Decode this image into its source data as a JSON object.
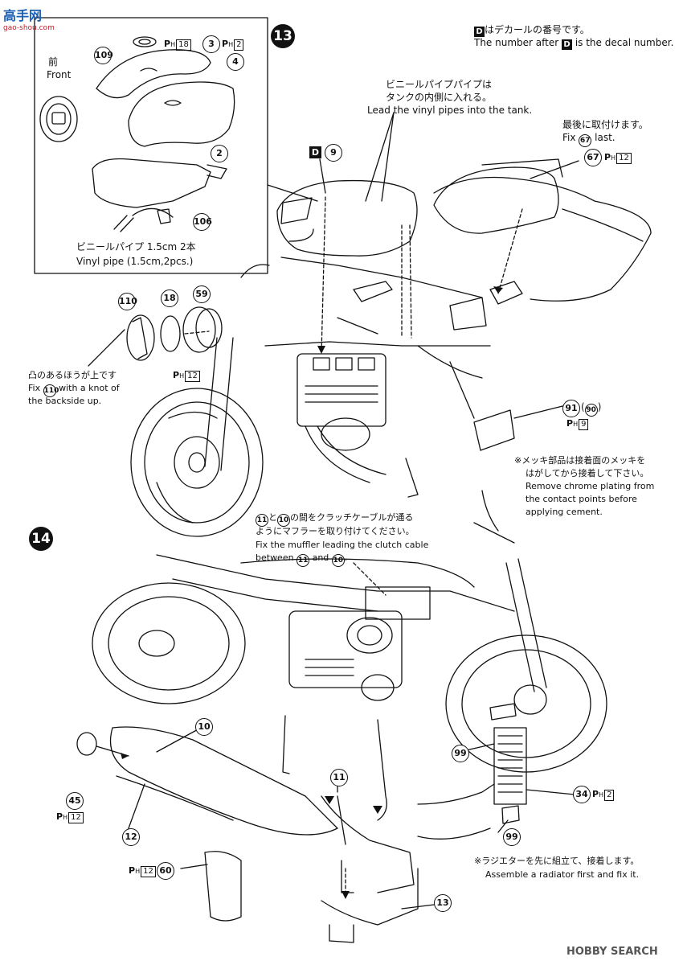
{
  "logo": {
    "text": "高手网",
    "sub": "gao-shou.com"
  },
  "watermark": {
    "brand": "HOBBY SEARCH"
  },
  "header_note": {
    "jp": "はデカールの番号です。",
    "en_pre": "The number after",
    "en_post": "is the decal number.",
    "d": "D"
  },
  "step13": {
    "label": "13",
    "front_jp": "前",
    "front_en": "Front",
    "parts": {
      "p109": "109",
      "p3": "3",
      "p4": "4",
      "p2": "2",
      "p106": "106",
      "p9": "9",
      "p67": "67",
      "p110": "110",
      "p18": "18",
      "p59": "59",
      "p91": "91",
      "p90": "90"
    },
    "ph": {
      "p18": "18",
      "p2": "2",
      "p12a": "12",
      "p12b": "12",
      "p9": "9"
    },
    "vinyl_jp": "ビニールパイプ 1.5cm 2本",
    "vinyl_en": "Vinyl pipe (1.5cm,2pcs.)",
    "lead_jp1": "ビニールパイプパイプは",
    "lead_jp2": "タンクの内側に入れる。",
    "lead_en": "Lead the vinyl pipes into the tank.",
    "last_jp": "最後に取付けます。",
    "last_en_pre": "Fix",
    "last_en_post": "last.",
    "knot_jp": "凸のあるほうが上です",
    "knot_en1_pre": "Fix",
    "knot_en1_post": "with a knot of",
    "knot_en2": "the backside up.",
    "chrome_jp1": "※メッキ部品は接着面のメッキを",
    "chrome_jp2": "はがしてから接着して下さい。",
    "chrome_en1": "Remove chrome plating from",
    "chrome_en2": "the contact points before",
    "chrome_en3": "applying cement."
  },
  "step14": {
    "label": "14",
    "muffler_jp1": "と",
    "muffler_jp1b": "の間をクラッチケーブルが通る",
    "muffler_jp2": "ようにマフラーを取り付けてください。",
    "muffler_en1": "Fix the muffler leading the clutch cable",
    "muffler_en2_pre": "between",
    "muffler_en2_mid": "and",
    "parts": {
      "p10": "10",
      "p11": "11",
      "p12": "12",
      "p13": "13",
      "p45": "45",
      "p60": "60",
      "p99a": "99",
      "p99b": "99",
      "p34": "34"
    },
    "ph": {
      "p12a": "12",
      "p12b": "12",
      "p2": "2"
    },
    "radiator_jp": "※ラジエターを先に組立て、接着します。",
    "radiator_en": "Assemble a radiator first and fix it."
  },
  "ph_label": "P",
  "ph_sub": "H"
}
